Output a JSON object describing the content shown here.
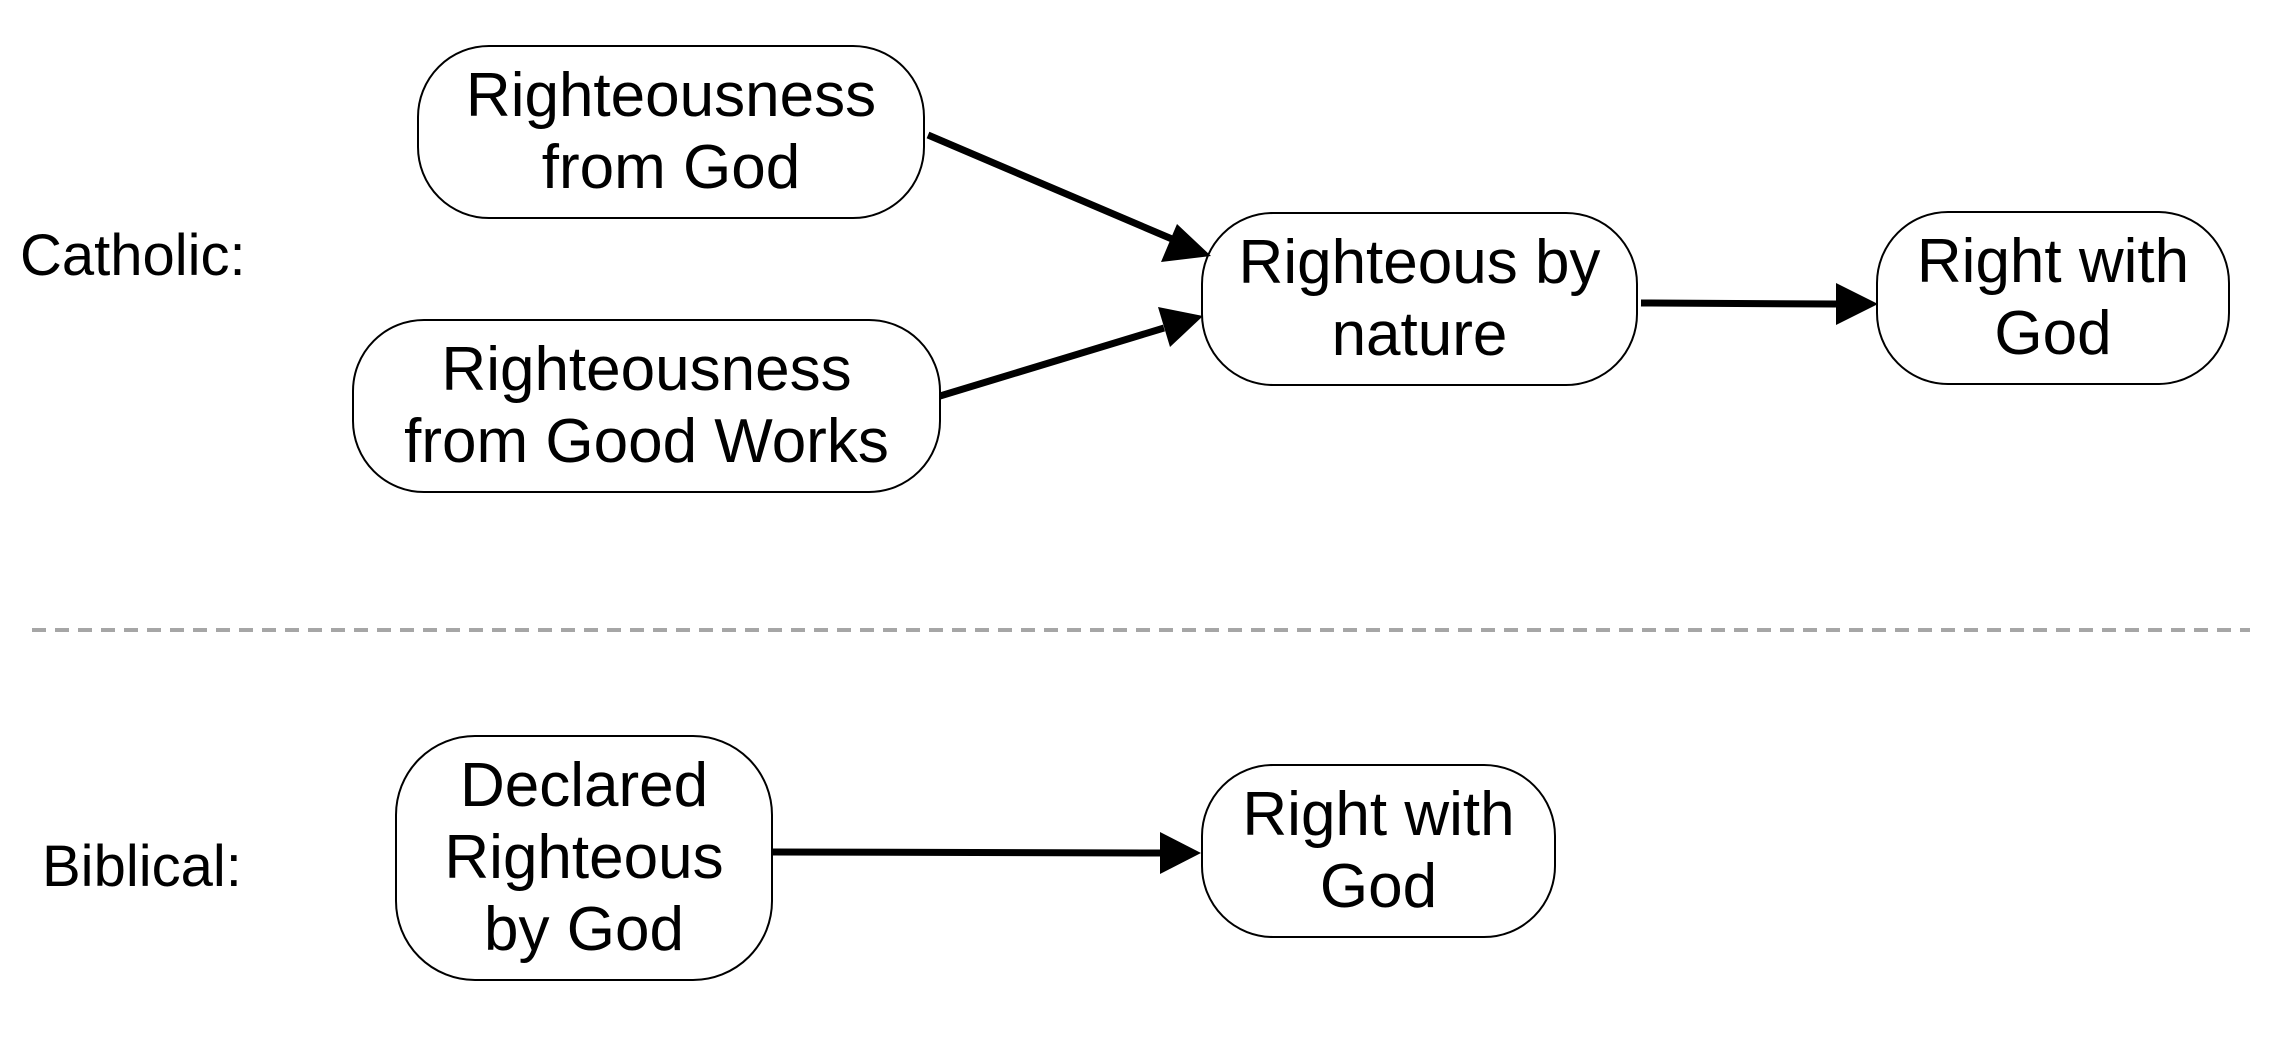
{
  "sections": {
    "catholic": {
      "label": "Catholic:",
      "nodes": {
        "from_god": "Righteousness\nfrom God",
        "from_works": "Righteousness\nfrom Good Works",
        "by_nature": "Righteous by\nnature",
        "right_with_god": "Right with\nGod"
      }
    },
    "biblical": {
      "label": "Biblical:",
      "nodes": {
        "declared": "Declared\nRighteous\nby God",
        "right_with_god": "Right with\nGod"
      }
    }
  }
}
